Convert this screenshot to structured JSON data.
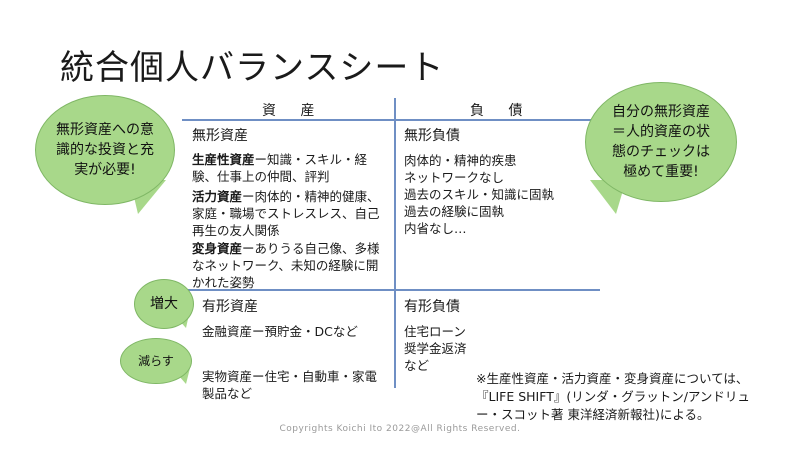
{
  "title": "統合個人バランスシート",
  "headers": {
    "assets": "資 産",
    "liabilities": "負 債"
  },
  "intangible_assets": {
    "heading": "無形資産",
    "items": [
      {
        "name": "生産性資産",
        "desc": "ー知識・スキル・経験、仕事上の仲間、評判"
      },
      {
        "name": "活力資産",
        "desc": "ー肉体的・精神的健康、家庭・職場でストレスレス、自己再生の友人関係"
      },
      {
        "name": "変身資産",
        "desc": "ーありうる自己像、多様なネットワーク、未知の経験に開かれた姿勢"
      }
    ]
  },
  "intangible_liabilities": {
    "heading": "無形負債",
    "items": [
      "肉体的・精神的疾患",
      "ネットワークなし",
      "過去のスキル・知識に固執",
      "過去の経験に固執",
      "内省なし…"
    ]
  },
  "tangible_assets": {
    "heading": "有形資産",
    "items": [
      "金融資産ー預貯金・DCなど",
      "実物資産ー住宅・自動車・家電製品など"
    ]
  },
  "tangible_liabilities": {
    "heading": "有形負債",
    "items": [
      "住宅ローン",
      "奨学金返済",
      "など"
    ]
  },
  "bubbles": {
    "left": "無形資産への意識的な投資と充実が必要!",
    "right": "自分の無形資産＝人的資産の状態のチェックは極めて重要!",
    "increase": "増大",
    "decrease": "減らす"
  },
  "note": "※生産性資産・活力資産・変身資産については、『LIFE SHIFT』(リンダ・グラットン/アンドリュー・スコット著 東洋経済新報社)による。",
  "copyright": "Copyrights Koichi Ito 2022@All Rights Reserved.",
  "colors": {
    "line": "#6f8fc4",
    "bubble": "#a8d88a",
    "bubble_border": "#7fb765"
  }
}
